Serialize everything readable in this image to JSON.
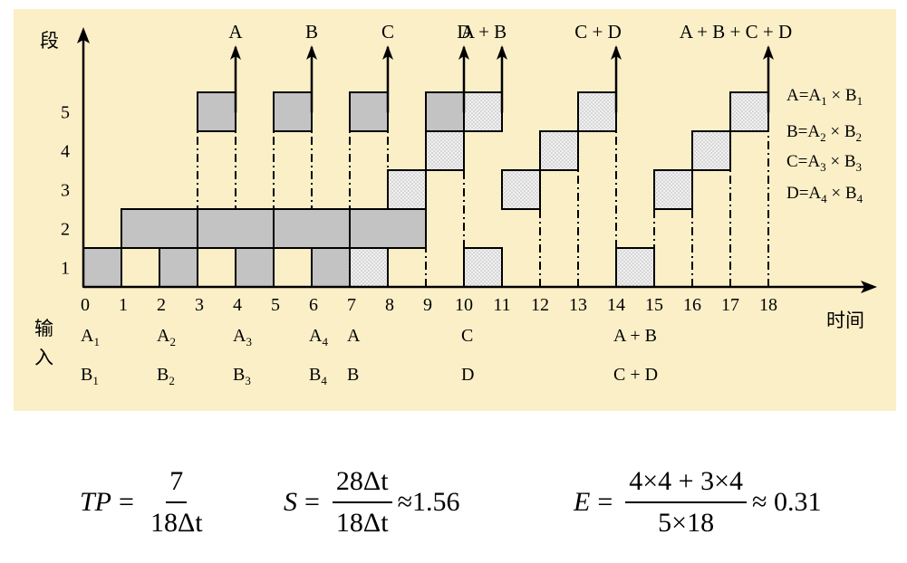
{
  "colors": {
    "background": "#fbefc8",
    "gray_fill": "#c3c3c3",
    "dot_fill": "#f0f0f0",
    "stroke": "#000000"
  },
  "axis": {
    "y_title": "段",
    "x_title": "时间",
    "input_label_1": "输",
    "input_label_2": "入",
    "x_ticks": [
      "0",
      "1",
      "2",
      "3",
      "4",
      "5",
      "6",
      "7",
      "8",
      "9",
      "10",
      "11",
      "12",
      "13",
      "14",
      "15",
      "16",
      "17",
      "18"
    ],
    "y_ticks": [
      "1",
      "2",
      "3",
      "4",
      "5"
    ]
  },
  "outputs": [
    {
      "label": "A",
      "t": 4
    },
    {
      "label": "B",
      "t": 6
    },
    {
      "label": "C",
      "t": 8
    },
    {
      "label": "D",
      "t": 10
    },
    {
      "label": "A + B",
      "t": 11
    },
    {
      "label": "C + D",
      "t": 14
    },
    {
      "label": "A + B + C + D",
      "t": 18
    }
  ],
  "legend": [
    {
      "lhs": "A=A",
      "s1": "1",
      "mid": " × B",
      "s2": "1"
    },
    {
      "lhs": "B=A",
      "s1": "2",
      "mid": " × B",
      "s2": "2"
    },
    {
      "lhs": "C=A",
      "s1": "3",
      "mid": " × B",
      "s2": "3"
    },
    {
      "lhs": "D=A",
      "s1": "4",
      "mid": " × B",
      "s2": "4"
    }
  ],
  "inputs_row1": [
    {
      "base": "A",
      "sub": "1",
      "t": 0
    },
    {
      "base": "A",
      "sub": "2",
      "t": 2
    },
    {
      "base": "A",
      "sub": "3",
      "t": 4
    },
    {
      "base": "A",
      "sub": "4",
      "t": 6
    },
    {
      "base": "A",
      "sub": "",
      "t": 7
    },
    {
      "base": "C",
      "sub": "",
      "t": 10
    },
    {
      "base": "A + B",
      "sub": "",
      "t": 14
    }
  ],
  "inputs_row2": [
    {
      "base": "B",
      "sub": "1",
      "t": 0
    },
    {
      "base": "B",
      "sub": "2",
      "t": 2
    },
    {
      "base": "B",
      "sub": "3",
      "t": 4
    },
    {
      "base": "B",
      "sub": "4",
      "t": 6
    },
    {
      "base": "B",
      "sub": "",
      "t": 7
    },
    {
      "base": "D",
      "sub": "",
      "t": 10
    },
    {
      "base": "C + D",
      "sub": "",
      "t": 14
    }
  ],
  "blocks": [
    {
      "seg": 1,
      "start": 0,
      "end": 1,
      "fill": "gray"
    },
    {
      "seg": 1,
      "start": 2,
      "end": 3,
      "fill": "gray"
    },
    {
      "seg": 1,
      "start": 4,
      "end": 5,
      "fill": "gray"
    },
    {
      "seg": 1,
      "start": 6,
      "end": 7,
      "fill": "gray"
    },
    {
      "seg": 2,
      "start": 1,
      "end": 3,
      "fill": "gray"
    },
    {
      "seg": 2,
      "start": 3,
      "end": 5,
      "fill": "gray"
    },
    {
      "seg": 2,
      "start": 5,
      "end": 7,
      "fill": "gray"
    },
    {
      "seg": 2,
      "start": 7,
      "end": 9,
      "fill": "gray"
    },
    {
      "seg": 5,
      "start": 3,
      "end": 4,
      "fill": "gray"
    },
    {
      "seg": 5,
      "start": 5,
      "end": 6,
      "fill": "gray"
    },
    {
      "seg": 5,
      "start": 7,
      "end": 8,
      "fill": "gray"
    },
    {
      "seg": 5,
      "start": 9,
      "end": 10,
      "fill": "gray"
    },
    {
      "seg": 1,
      "start": 7,
      "end": 8,
      "fill": "dot"
    },
    {
      "seg": 3,
      "start": 8,
      "end": 9,
      "fill": "dot"
    },
    {
      "seg": 4,
      "start": 9,
      "end": 10,
      "fill": "dot"
    },
    {
      "seg": 5,
      "start": 10,
      "end": 11,
      "fill": "dot"
    },
    {
      "seg": 1,
      "start": 10,
      "end": 11,
      "fill": "dot"
    },
    {
      "seg": 3,
      "start": 11,
      "end": 12,
      "fill": "dot"
    },
    {
      "seg": 4,
      "start": 12,
      "end": 13,
      "fill": "dot"
    },
    {
      "seg": 5,
      "start": 13,
      "end": 14,
      "fill": "dot"
    },
    {
      "seg": 1,
      "start": 14,
      "end": 15,
      "fill": "dot"
    },
    {
      "seg": 3,
      "start": 15,
      "end": 16,
      "fill": "dot"
    },
    {
      "seg": 4,
      "start": 16,
      "end": 17,
      "fill": "dot"
    },
    {
      "seg": 5,
      "start": 17,
      "end": 18,
      "fill": "dot"
    }
  ],
  "dash_lines": [
    {
      "t": 3,
      "from_seg": 1,
      "to_seg": 4
    },
    {
      "t": 4,
      "from_seg": 1,
      "to_seg": 4
    },
    {
      "t": 5,
      "from_seg": 1,
      "to_seg": 4
    },
    {
      "t": 6,
      "from_seg": 1,
      "to_seg": 4
    },
    {
      "t": 7,
      "from_seg": 1,
      "to_seg": 4
    },
    {
      "t": 8,
      "from_seg": 1,
      "to_seg": 4
    },
    {
      "t": 9,
      "from_seg": 0,
      "to_seg": 1
    },
    {
      "t": 10,
      "from_seg": 1,
      "to_seg": 3
    },
    {
      "t": 12,
      "from_seg": 0,
      "to_seg": 2
    },
    {
      "t": 13,
      "from_seg": 0,
      "to_seg": 3
    },
    {
      "t": 14,
      "from_seg": 1,
      "to_seg": 4
    },
    {
      "t": 15,
      "from_seg": 0,
      "to_seg": 2
    },
    {
      "t": 16,
      "from_seg": 0,
      "to_seg": 3
    },
    {
      "t": 17,
      "from_seg": 0,
      "to_seg": 4
    },
    {
      "t": 18,
      "from_seg": 0,
      "to_seg": 4
    }
  ],
  "formulas": {
    "tp": {
      "lhs": "TP",
      "eq": "=",
      "num": "7",
      "den": "18Δt"
    },
    "s": {
      "lhs": "S",
      "eq": "=",
      "num": "28Δt",
      "den": "18Δt",
      "approx": "≈1.56"
    },
    "e": {
      "lhs": "E",
      "eq": "=",
      "num": "4×4 + 3×4",
      "den": "5×18",
      "approx": "≈ 0.31"
    }
  }
}
